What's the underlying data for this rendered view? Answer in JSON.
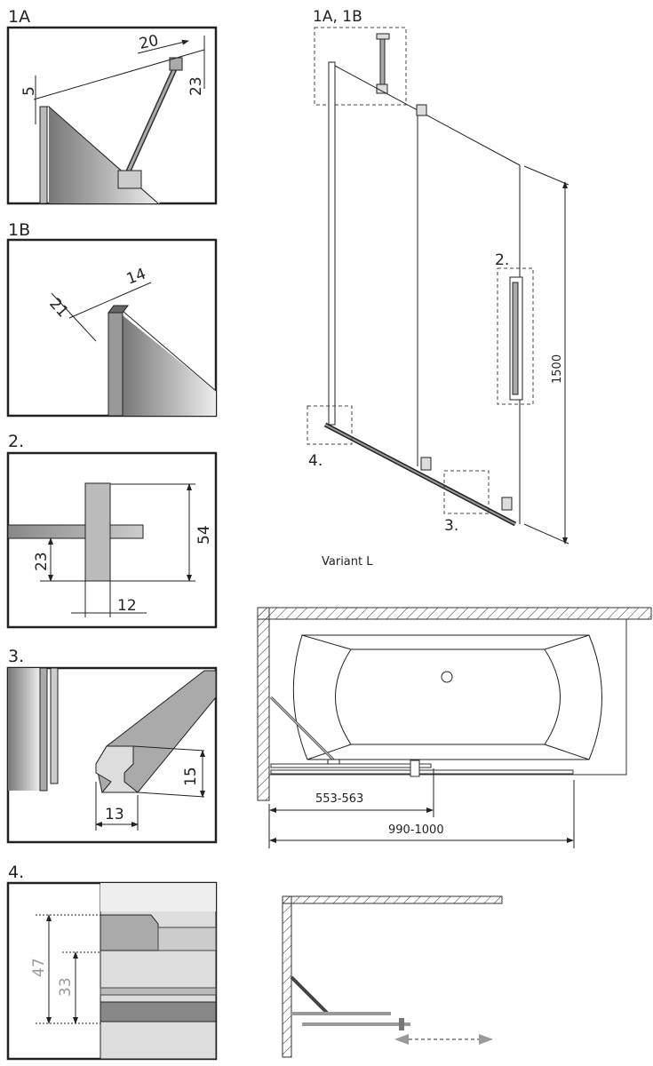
{
  "details": {
    "d1a": {
      "label": "1A",
      "dims": [
        "20",
        "5",
        "23"
      ]
    },
    "d1b": {
      "label": "1B",
      "dims": [
        "14",
        "21"
      ]
    },
    "d2": {
      "label": "2.",
      "dims": [
        "54",
        "23",
        "12"
      ]
    },
    "d3": {
      "label": "3.",
      "dims": [
        "15",
        "13"
      ]
    },
    "d4": {
      "label": "4.",
      "dims": [
        "47",
        "33"
      ]
    }
  },
  "main_view": {
    "callout_1a_1b": "1A, 1B",
    "callout_2": "2.",
    "callout_3": "3.",
    "callout_4": "4.",
    "height_dim": "1500",
    "caption": "Variant L"
  },
  "plan_view": {
    "dim_short": "553-563",
    "dim_long": "990-1000"
  },
  "colors": {
    "line": "#222222",
    "glass": "#aaaaaa",
    "dashed_arrow": "#999999"
  }
}
